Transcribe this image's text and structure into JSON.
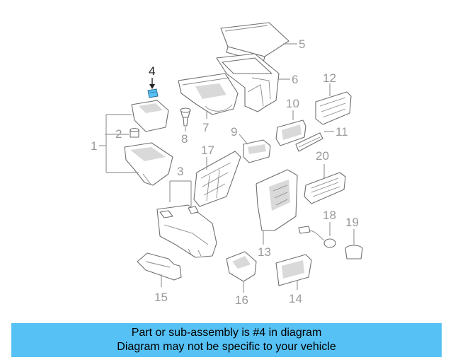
{
  "diagram": {
    "callouts": [
      {
        "id": "1",
        "label": "1"
      },
      {
        "id": "2",
        "label": "2"
      },
      {
        "id": "3",
        "label": "3"
      },
      {
        "id": "4",
        "label": "4"
      },
      {
        "id": "5",
        "label": "5"
      },
      {
        "id": "6",
        "label": "6"
      },
      {
        "id": "7",
        "label": "7"
      },
      {
        "id": "8",
        "label": "8"
      },
      {
        "id": "9",
        "label": "9"
      },
      {
        "id": "10",
        "label": "10"
      },
      {
        "id": "11",
        "label": "11"
      },
      {
        "id": "12",
        "label": "12"
      },
      {
        "id": "13",
        "label": "13"
      },
      {
        "id": "14",
        "label": "14"
      },
      {
        "id": "15",
        "label": "15"
      },
      {
        "id": "16",
        "label": "16"
      },
      {
        "id": "17",
        "label": "17"
      },
      {
        "id": "18",
        "label": "18"
      },
      {
        "id": "19",
        "label": "19"
      },
      {
        "id": "20",
        "label": "20"
      }
    ],
    "highlight_part": "4",
    "highlight_color": "#56c1f5",
    "line_color": "#9a9a9a"
  },
  "banner": {
    "line1": "Part or sub-assembly is #4 in diagram",
    "line2": "Diagram may not be specific to your vehicle",
    "background": "#56c1f5"
  }
}
